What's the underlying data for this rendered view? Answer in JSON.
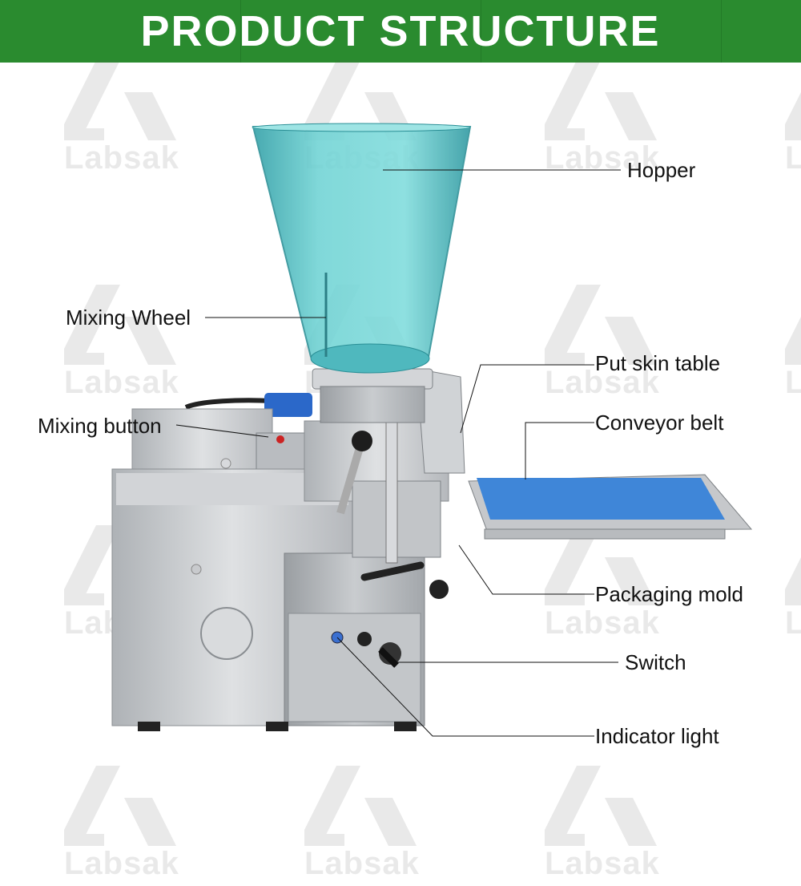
{
  "banner": {
    "title": "PRODUCT STRUCTURE",
    "color": "#2a8b2f"
  },
  "watermark": {
    "brand": "Labsak",
    "logo_icon": "labsak-logo-icon"
  },
  "labels": {
    "hopper": "Hopper",
    "mixing_wheel": "Mixing Wheel",
    "put_skin_table": "Put skin table",
    "mixing_button": "Mixing button",
    "conveyor_belt": "Conveyor belt",
    "packaging_mold": "Packaging mold",
    "switch": "Switch",
    "indicator_light": "Indicator light"
  },
  "colors": {
    "hopper": "#5cc6c9",
    "conveyor": "#3f86d8",
    "machine_body": "#c7c9cc"
  }
}
